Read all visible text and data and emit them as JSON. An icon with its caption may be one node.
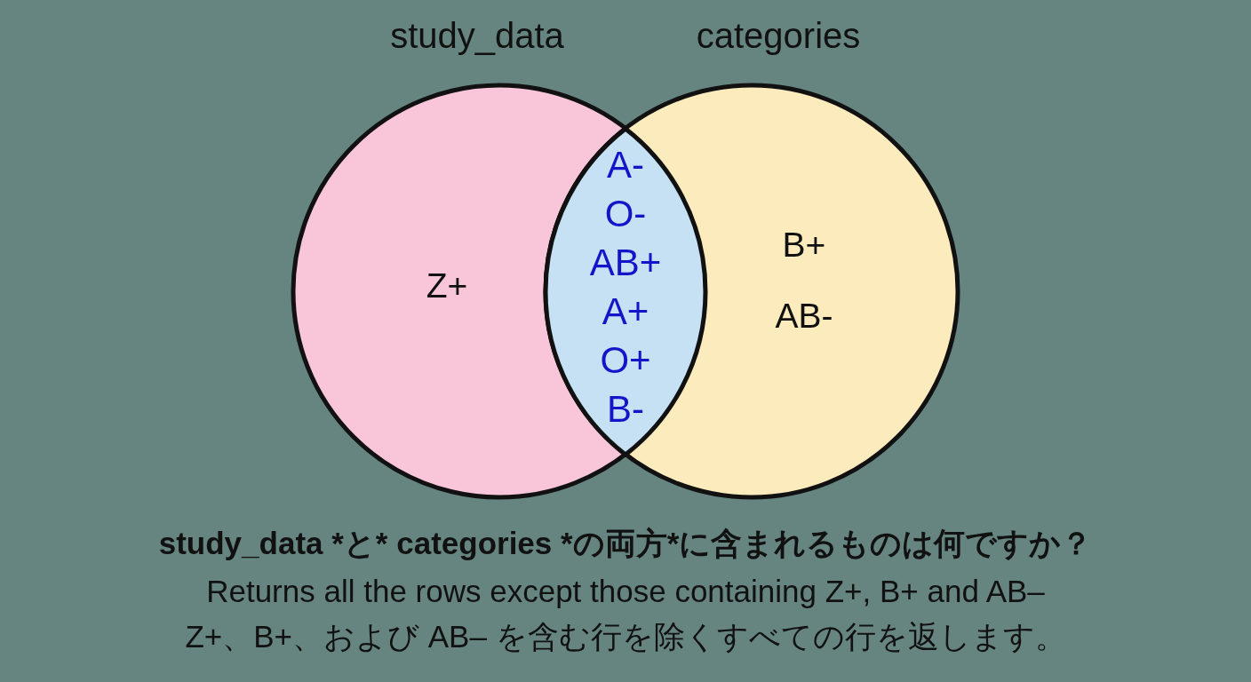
{
  "diagram": {
    "nodes": [
      {
        "text": [
          "study_data",
          "Z+"
        ]
      },
      {
        "text": [
          "A-",
          "O-",
          "AB+",
          "A+",
          "O+",
          "B-"
        ]
      },
      {
        "text": [
          "categories",
          "B+",
          "AB-"
        ]
      }
    ],
    "labels": [
      "study_data *と* categories *の両方*に含まれるものは何ですか？",
      "Returns all the rows except those containing Z+, B+ and AB–",
      "Z+、B+、および AB– を含む行を除くすべての行を返します。"
    ]
  }
}
